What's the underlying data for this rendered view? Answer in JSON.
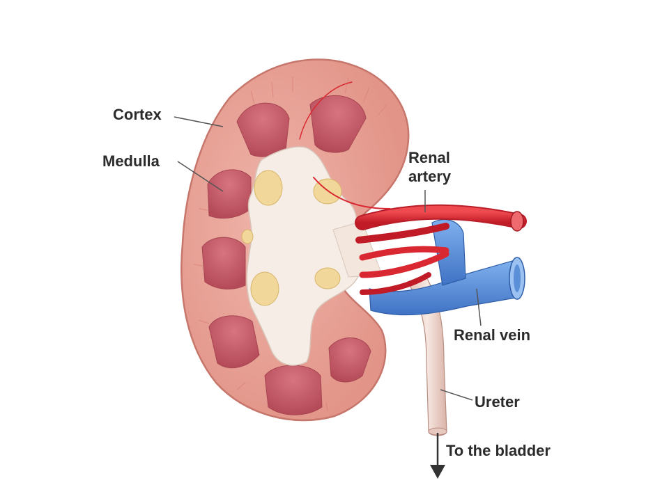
{
  "labels": {
    "cortex": "Cortex",
    "medulla": "Medulla",
    "renal_artery_line1": "Renal",
    "renal_artery_line2": "artery",
    "renal_vein": "Renal vein",
    "ureter": "Ureter",
    "to_bladder": "To the bladder"
  },
  "colors": {
    "cortex": "#e9a59a",
    "cortex_border": "#c7766c",
    "medulla_pyramid": "#c9606a",
    "pelvis": "#f6eee6",
    "fat": "#f2d79a",
    "artery": "#dc2a33",
    "vein": "#5b8fd8",
    "ureter": "#f1dcd3",
    "leader_line": "#555555",
    "arrow": "#333333"
  }
}
